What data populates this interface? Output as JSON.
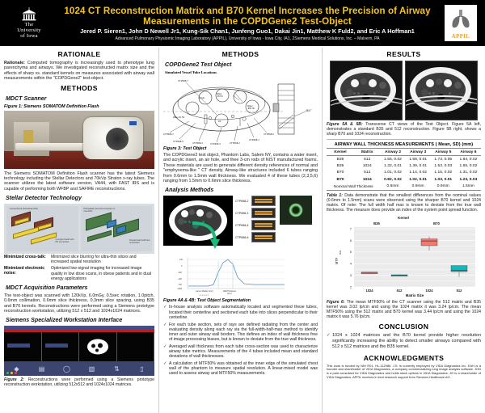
{
  "header": {
    "title": "1024 CT Reconstruction Matrix and B70 Kernel Increases the Precision of Airway Measurements in the COPDGene2 Test-Object",
    "authors": "Jered P. Sieren1, John D Newell Jr1, Kung-Sik Chan1, Junfeng Guo1, Dakai Jin1, Matthew K Fuld2, and Eric A Hoffman1",
    "affiliations": "Advanced Pulmonary Physiomic Imaging Laboratory (APPIL), University of Iowa - Iowa City, IA1, 2Siemens Medical Solutions, Inc. – Malvern, PA",
    "logo_left_line1": "The",
    "logo_left_line2": "University",
    "logo_left_line3": "of Iowa",
    "logo_right_text": "APPIL"
  },
  "col1": {
    "section_rationale": "RATIONALE",
    "rationale_lead": "Rationale:",
    "rationale_body": " Computed tomography is increasingly used to phenotype lung parenchyma and airways. We investigated reconstructed matrix size and the effects of sharp vs. standard kernels on measures associated with airway wall measurements within the \"COPDGene2\" test-object.",
    "section_methods": "METHODS",
    "sub_mdct_scanner": "MDCT Scanner",
    "fig1_label": "Figure 1: Siemens SOMATOM Definition Flash",
    "fig1_body": "The Siemens SOMATOM Definition Flash scanner has the latest Siemens technology including the Stellar Detectors and 70kVp Straton x-ray tubes. The scanner utilizes the latest software version, VA44, with FAST IRS and is capable of performing both WFBP and SAFIRE reconstructions.",
    "sub_stellar": "Stellar Detector Technology",
    "stellar_left_note": "Conventional photodiode (PD)",
    "stellar_right_note": "Photodiode and A/D converters in one ASIC",
    "stellar_left_note2": "Complex board with PD connectors",
    "stellar_right_note2": "Simple board with few connectors",
    "bullet1_key": "Minimized cross-talk:",
    "bullet1_val": "Minimized slice blurring for ultra-thin slices and increased spatial resolution",
    "bullet2_key": "Minimized electronic noise:",
    "bullet2_val": "Optimized low-signal imaging for increased image quality in low dose scans, in obese patients and in dual energy applications",
    "sub_acq": "MDCT Acquisition Parameters",
    "acq_body": "The test-object was scanned with 120kVp, 6.0mGy, 0.5sec rotation, 1.0pitch, 0.6mm collimation, 0.6mm slice thickness, 0.3mm slice spacing, using B35 and B70 kernels. Reconstructions were performed using a Siemens prototype reconstruction workstation, utilizing 512 x 512 and 1024x1024 matrices.",
    "sub_workstation": "Siemens Specialized Workstation Interface",
    "fig2_lead": "Figure 2:",
    "fig2_body": " Reconstructions were performed using a Siemens prototype reconstruction workstation, utilizing 512x512 and 1024x1024 matrices."
  },
  "col2": {
    "section_methods": "METHODS",
    "sub_testobject": "COPDGene2 Test Object",
    "schematic_title": "Simulated Vessel Tube Locations",
    "schematic_labels": [
      "CTP698-7",
      "CTP698-1",
      "CTP698-3",
      "CTP698-4",
      "CTP698-5",
      "CTP698-2",
      "CTP698-3",
      "CTP698-6",
      "Air"
    ],
    "schematic_inserts": [
      "Water 20 HU",
      "Acrylic",
      "Water -35 HU",
      "Air",
      "Water -856 HU",
      "Water -950 HU"
    ],
    "schematic_angle": "48.0°",
    "fig3_label": "Figure 3: Test Object",
    "fig3_body": "The COPDGene2 test object, Phantom Labs, Salem NY, contains a water insert, and acrylic insert, an air hole, and thee 3-cm rods of NIST manufactured foams. These materials are used to generate different density references of normal and \"emphysema-like \" CT density.  Airway-like structures included 6 tubes ranging from 0.6mm to 1.5mm wall thickness. We evaluated 4 of these tubes (2,3,5,6) ranging from 1.5mm to 0.6mm slice thickness.",
    "sub_analysis": "Analysis Methods",
    "seg_tube_labels": [
      "CTP698-2",
      "CTP698-3",
      "CTP698-5",
      "CTP698-6"
    ],
    "profile_xlabel": "Lumen Radius (mm)",
    "profile_annotation": "Wall Thickness (mm)",
    "fig4_label": "Figure 4A & 4B: Test Object Segmentation",
    "bullets": [
      "In-house analysis software automatically located and segmented these tubes, located their centerline and sectioned each tube into slices perpendicular to their centerline.",
      "For each tube section, sets of rays are defined radiating from the center and evaluating density along each ray via the full-width-half-max method to identify inner and outer airway wall borders. This defines an index of wall thickness free of image processing biases, but is known to deviate from the true wall thickness.",
      "Averaged wall thickness from each tube cross-section was used to characterize airway tube metrics. Measurements of the 4 tubes included mean and standard deviations of wall thicknesses.",
      "A calculation of MTF50% was obtained at the inner edge of the simulated chest wall of the phantom to measure spatial resolution.  A linear-mixed model was used to assess airway and MTF50% measurements."
    ]
  },
  "col3": {
    "section_results": "RESULTS",
    "fig5_lead": "Figure 5A & 5B:",
    "fig5_body": "  Transverse CT views of the Test Object.   Figure 5A left, demonstrates a standard B35 and 512 reconstruction. Figure 5B right, shows a sharp B70 and 1024 reconstruction.",
    "table_title": "AIRWAY WALL THICKNESS MEASUREMENTS ( Mean, SD) (mm)",
    "table_headers": [
      "Kernel",
      "Matrix",
      "Airway 2",
      "Airway 3",
      "Airway 5",
      "Airway 6"
    ],
    "table_rows": [
      [
        "B35",
        "512",
        "1.55, 0.02",
        "1.58, 0.01",
        "1.73, 0.05",
        "1.84, 0.02"
      ],
      [
        "B35",
        "1024",
        "1.32, 0.01",
        "1.39, 0.01",
        "1.53, 0.03",
        "1.65, 0.02"
      ],
      [
        "B70",
        "512",
        "1.01, 0.02",
        "1.14, 0.02",
        "1.15, 0.02",
        "1.31, 0.02"
      ],
      [
        "B70",
        "1024",
        "0.82, 0.02",
        "1.02, 0.01",
        "1.03, 0.01",
        "1.23, 0.03"
      ]
    ],
    "nominal_label": "Nominal Wall Thickness",
    "nominal_values": [
      "0.6mm",
      "0.9mm",
      "0.9mm",
      "1.5mm"
    ],
    "table_caption_lead": "Table 1:",
    "table_caption_body": " Data demonstrate that the smallest differences from the nominal values (0.6mm to 1.5mm) scans  were observed using the sharper B70 kernel and 1024 matrix.  Of note: The full width half max is known to deviate from the true wall thickness. The measure does provide an index of the system point spread function.",
    "fig6_lead": "Figure 6:",
    "fig6_body": " The mean MTF50% of the CT scanner using the 512 matrix and B35 kernel was 3.02 lp/cm and using the 1024 matrix it was 3.24 lp/cm.  The mean MTF50% using the 512 matrix and B70 kernel was 3.44 lp/cm and using the 1024 matrix it was 5.76 lp/cm.",
    "section_conclusion": "CONCLUSION",
    "conclusion_bullet": "1024 x 1024 matrices and the B70 kernel provide higher resolution significantly increasing the ability to detect smaller airways compared with 512 x 512 matrices and the B35 kernel.",
    "section_ack": "ACKNOWLEDGMENTS",
    "ack_body": "This work is funded by NIH R01: HL-112986.  J.S. is currently employed by VIDA Diagnostics Inc. EAH is a founder and shareholder of VIDA Diagnostics, a company commercializing lung image analysis software.  JDN is a paid consultant for VIDA Diagnostics and holds stock options in VIDA Diagnostics. JG is a shareholder of VIDA Diagnostics. APPIL receives in kind research support from Siemens Healthcare AG."
  },
  "chart_data": {
    "type": "box",
    "title": "Kernel",
    "xlabel": "Matrix Size",
    "ylabel": "MTF50%",
    "ylim": [
      2,
      7
    ],
    "yticks": [
      2,
      3,
      4,
      5,
      6,
      7
    ],
    "group_labels": [
      "B35",
      "B70"
    ],
    "categories": [
      "1024",
      "512",
      "1024",
      "512"
    ],
    "colors": {
      "B35": "#F8766D",
      "B70": "#00BFC4",
      "panel": "#EBEBEB",
      "grid": "#FFFFFF"
    },
    "boxes": [
      {
        "category": "1024",
        "group": "B35",
        "color": "#F8766D",
        "min": 3.14,
        "q1": 3.16,
        "median": 3.24,
        "q3": 3.26,
        "max": 3.28
      },
      {
        "category": "512",
        "group": "B35",
        "color": "#00BFC4",
        "min": 2.92,
        "q1": 2.96,
        "median": 3.02,
        "q3": 3.04,
        "max": 3.07
      },
      {
        "category": "1024",
        "group": "B70",
        "color": "#F8766D",
        "min": 5.12,
        "q1": 5.58,
        "median": 5.95,
        "q3": 6.16,
        "max": 6.34
      },
      {
        "category": "512",
        "group": "B70",
        "color": "#00BFC4",
        "min": 2.86,
        "q1": 3.28,
        "median": 3.44,
        "q3": 3.8,
        "max": 3.86
      }
    ]
  }
}
